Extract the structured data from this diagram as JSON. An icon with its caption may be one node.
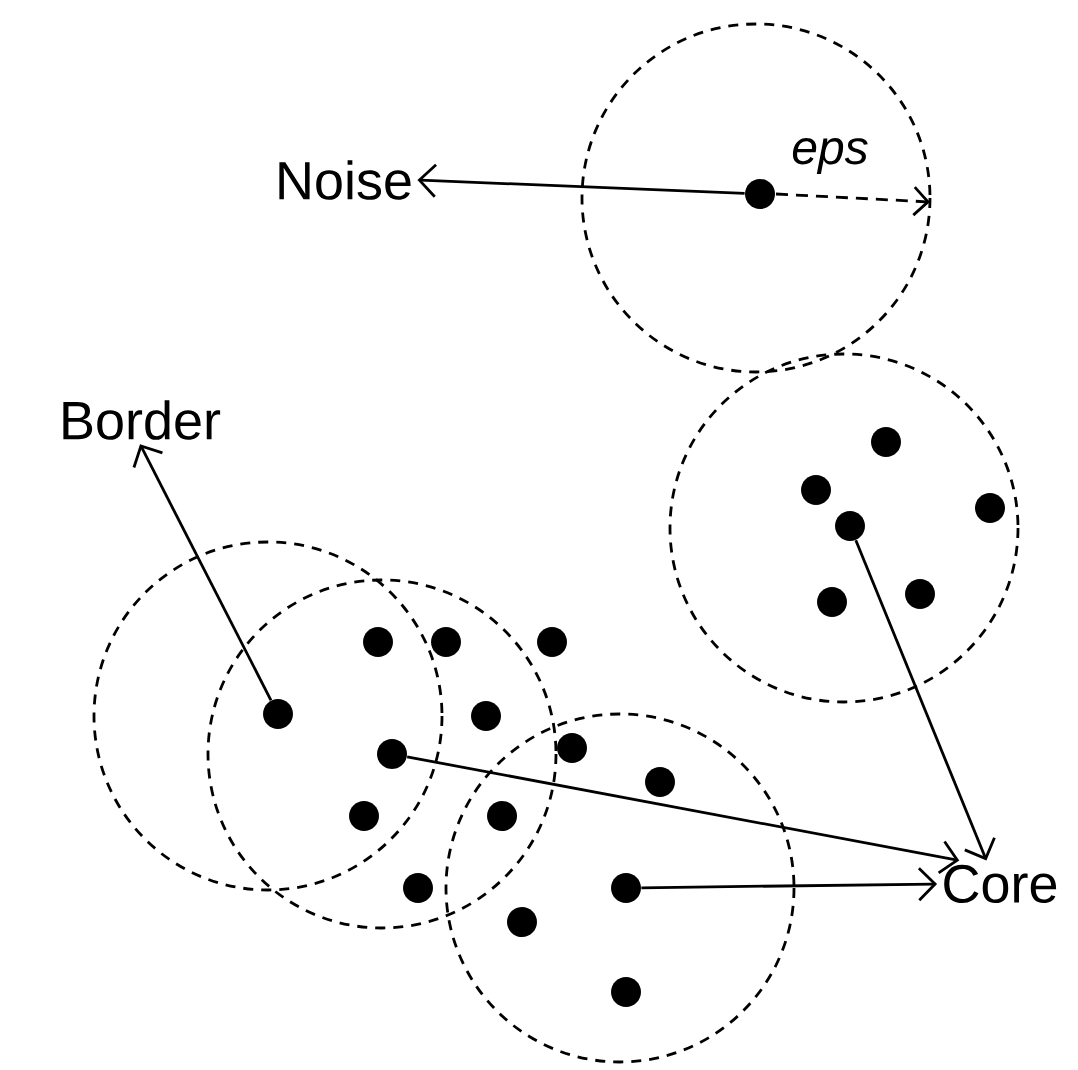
{
  "diagram": {
    "nodes": [
      {
        "text": [
          "Noise"
        ]
      },
      {
        "text": [],
        "shape": "circle"
      },
      {
        "text": [
          "Border"
        ]
      },
      {
        "text": [],
        "shape": "circle"
      },
      {
        "text": [],
        "shape": "circle"
      },
      {
        "text": [],
        "shape": "circle"
      },
      {
        "text": [],
        "shape": "circle"
      },
      {
        "text": [],
        "shape": "circle"
      },
      {
        "text": [],
        "shape": "circle"
      },
      {
        "text": [],
        "shape": "circle"
      },
      {
        "text": [],
        "shape": "circle"
      },
      {
        "text": [],
        "shape": "circle"
      },
      {
        "text": [],
        "shape": "circle"
      },
      {
        "text": [],
        "shape": "circle"
      },
      {
        "text": [],
        "shape": "circle"
      },
      {
        "text": [],
        "shape": "circle"
      },
      {
        "text": [],
        "shape": "circle"
      },
      {
        "text": [],
        "shape": "circle"
      },
      {
        "text": [],
        "shape": "circle"
      },
      {
        "text": [
          "Core"
        ]
      },
      {
        "text": [],
        "shape": "circle"
      },
      {
        "text": [],
        "shape": "circle"
      },
      {
        "text": [],
        "shape": "circle"
      },
      {
        "text": [],
        "shape": "circle"
      }
    ],
    "edges": [
      {
        "from": 1,
        "to": 0,
        "arrow": "to"
      },
      {
        "from": 12,
        "to": 2,
        "arrow": "to"
      },
      {
        "from": 15,
        "to": 19,
        "arrow": "to"
      },
      {
        "from": 21,
        "to": 19,
        "arrow": "to"
      },
      {
        "from": 6,
        "to": 19,
        "arrow": "to"
      }
    ],
    "labels": [
      "eps"
    ]
  }
}
